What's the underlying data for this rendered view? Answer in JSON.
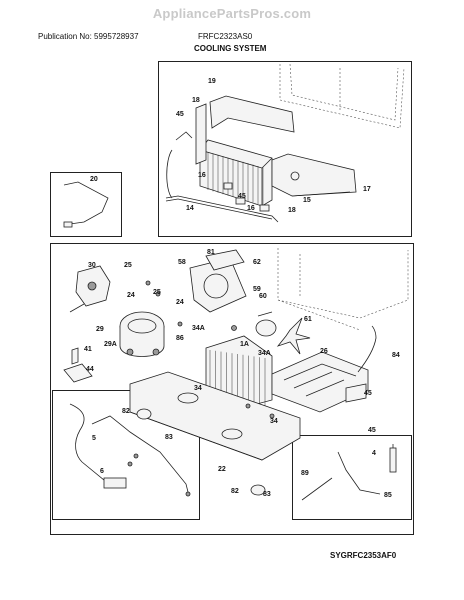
{
  "header": {
    "site": "AppliancePartsPros.com",
    "publication": "Publication No: 5995728937",
    "model": "FRFC2323AS0",
    "section": "COOLING SYSTEM"
  },
  "upper_panel": {
    "callouts": [
      "19",
      "18",
      "45",
      "20",
      "16",
      "45",
      "14",
      "16",
      "18",
      "15",
      "17"
    ]
  },
  "lower_panel": {
    "callouts": [
      "30",
      "25",
      "58",
      "62",
      "24",
      "81",
      "59",
      "25",
      "24",
      "60",
      "29",
      "34A",
      "61",
      "86",
      "29A",
      "1A",
      "34A",
      "41",
      "26",
      "84",
      "44",
      "45",
      "82",
      "34",
      "83",
      "34",
      "45",
      "5",
      "22",
      "4",
      "6",
      "89",
      "82",
      "83",
      "85"
    ]
  },
  "footer": {
    "code": "SYGRFC2353AF0"
  }
}
